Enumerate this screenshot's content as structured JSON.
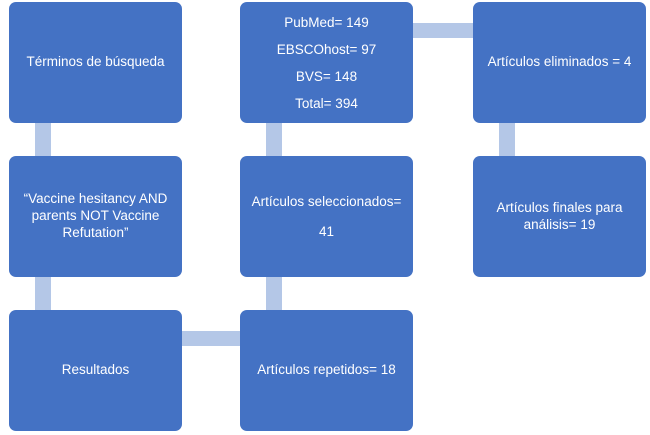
{
  "nodes": {
    "search_terms": {
      "lines": [
        "Términos de búsqueda"
      ]
    },
    "query": {
      "lines": [
        "“Vaccine hesitancy AND",
        "parents NOT Vaccine",
        "Refutation”"
      ]
    },
    "results": {
      "lines": [
        "Resultados"
      ]
    },
    "totals": {
      "lines": [
        "PubMed= 149",
        "EBSCOhost= 97",
        "BVS= 148",
        "Total= 394"
      ]
    },
    "selected": {
      "lines": [
        "Artículos seleccionados=",
        "41"
      ]
    },
    "repeated": {
      "lines": [
        "Artículos repetidos= 18"
      ]
    },
    "removed": {
      "lines": [
        "Artículos eliminados = 4"
      ]
    },
    "final": {
      "lines": [
        "Artículos finales para",
        "análisis= 19"
      ]
    }
  },
  "colors": {
    "box": "#4472c4",
    "connector": "#b4c7e7",
    "text": "#ffffff"
  }
}
